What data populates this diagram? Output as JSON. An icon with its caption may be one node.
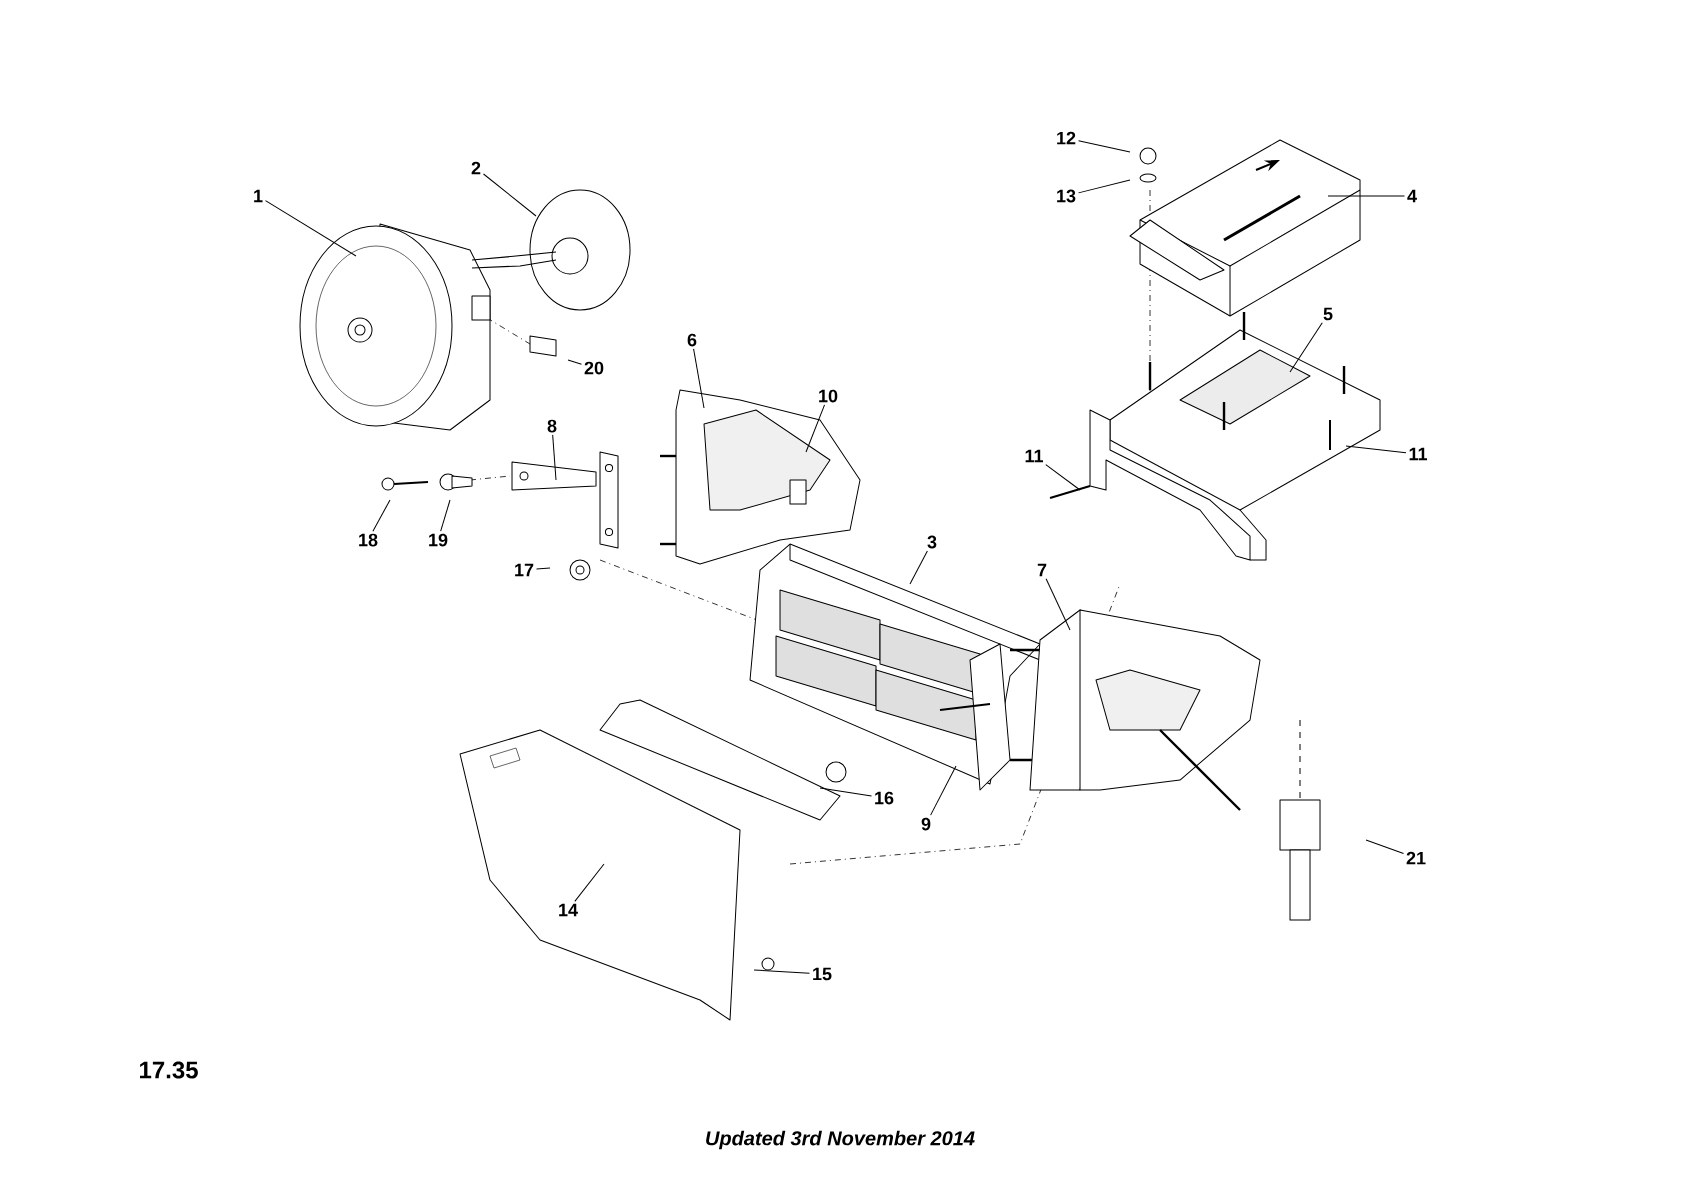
{
  "diagram": {
    "nodes": [
      {
        "text": [
          "1"
        ]
      },
      {
        "text": [
          "2"
        ]
      },
      {
        "text": [
          "3"
        ]
      },
      {
        "text": [
          "4"
        ]
      },
      {
        "text": [
          "5"
        ]
      },
      {
        "text": [
          "6"
        ]
      },
      {
        "text": [
          "7"
        ]
      },
      {
        "text": [
          "8"
        ]
      },
      {
        "text": [
          "9"
        ]
      },
      {
        "text": [
          "10"
        ]
      },
      {
        "text": [
          "11"
        ]
      },
      {
        "text": [
          "11"
        ]
      },
      {
        "text": [
          "12"
        ]
      },
      {
        "text": [
          "13"
        ]
      },
      {
        "text": [
          "14"
        ]
      },
      {
        "text": [
          "15"
        ]
      },
      {
        "text": [
          "16"
        ]
      },
      {
        "text": [
          "17"
        ]
      },
      {
        "text": [
          "18"
        ]
      },
      {
        "text": [
          "19"
        ]
      },
      {
        "text": [
          "20"
        ]
      },
      {
        "text": [
          "21"
        ]
      }
    ],
    "edges": [
      {
        "from": 0,
        "to": null,
        "arrow": "none"
      },
      {
        "from": 1,
        "to": null,
        "arrow": "none"
      },
      {
        "from": 2,
        "to": null,
        "arrow": "none"
      },
      {
        "from": 3,
        "to": null,
        "arrow": "none"
      },
      {
        "from": 4,
        "to": null,
        "arrow": "none"
      },
      {
        "from": 5,
        "to": null,
        "arrow": "none"
      },
      {
        "from": 6,
        "to": null,
        "arrow": "none"
      },
      {
        "from": 7,
        "to": null,
        "arrow": "none"
      },
      {
        "from": 8,
        "to": null,
        "arrow": "none"
      },
      {
        "from": 9,
        "to": null,
        "arrow": "none"
      },
      {
        "from": 10,
        "to": null,
        "arrow": "none"
      },
      {
        "from": 11,
        "to": null,
        "arrow": "none"
      },
      {
        "from": 12,
        "to": null,
        "arrow": "none"
      },
      {
        "from": 13,
        "to": null,
        "arrow": "none"
      },
      {
        "from": 14,
        "to": null,
        "arrow": "none"
      },
      {
        "from": 15,
        "to": null,
        "arrow": "none"
      },
      {
        "from": 16,
        "to": null,
        "arrow": "none"
      },
      {
        "from": 17,
        "to": null,
        "arrow": "none"
      },
      {
        "from": 18,
        "to": null,
        "arrow": "none"
      },
      {
        "from": 19,
        "to": null,
        "arrow": "none"
      },
      {
        "from": 20,
        "to": null,
        "arrow": "none"
      },
      {
        "from": 21,
        "to": null,
        "arrow": "none"
      }
    ],
    "labels": [
      "17.35",
      "Updated 3rd November 2014"
    ]
  }
}
